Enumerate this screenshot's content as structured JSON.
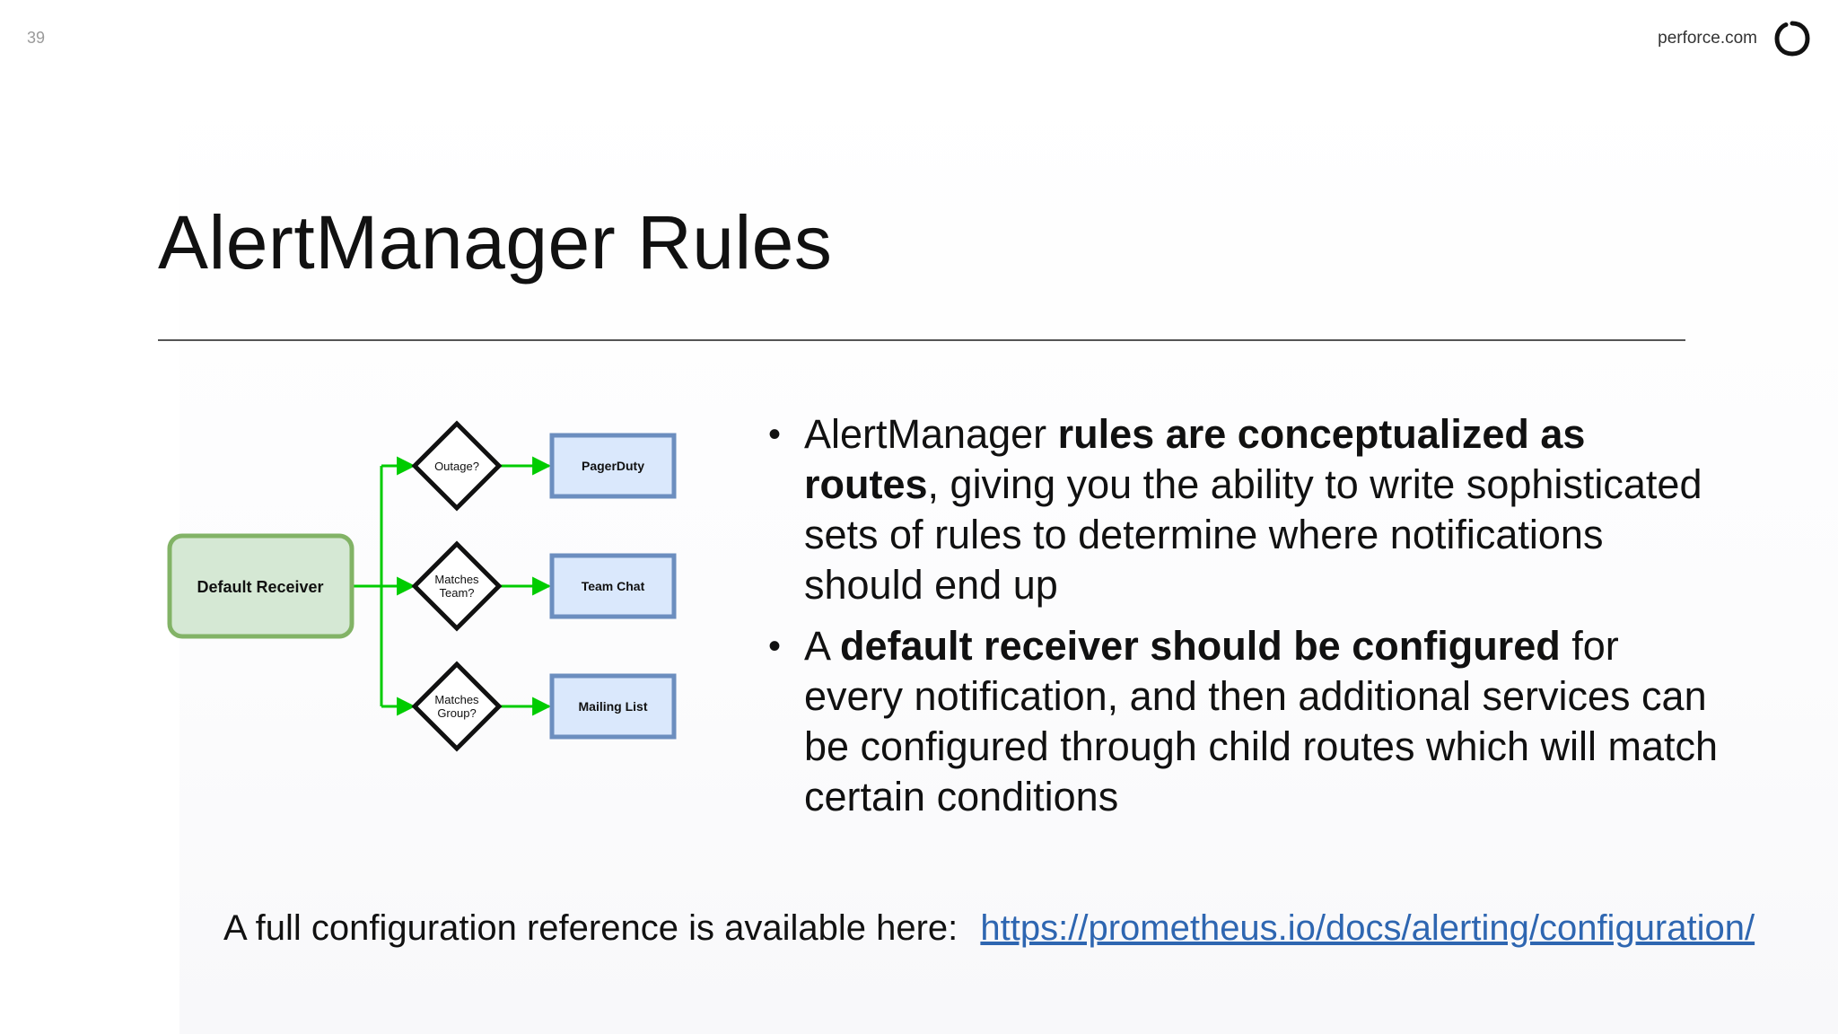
{
  "slide_number": "39",
  "brand": {
    "text": "perforce.com",
    "logo_icon": "perforce-logo-icon"
  },
  "title": "AlertManager Rules",
  "diagram": {
    "receiver": "Default Receiver",
    "decisions": [
      {
        "line1": "Outage?",
        "line2": ""
      },
      {
        "line1": "Matches",
        "line2": "Team?"
      },
      {
        "line1": "Matches",
        "line2": "Group?"
      }
    ],
    "targets": [
      "PagerDuty",
      "Team Chat",
      "Mailing List"
    ],
    "colors": {
      "receiver_fill": "#d5e8d4",
      "receiver_stroke": "#82b366",
      "target_fill": "#dae8fc",
      "target_stroke": "#6c8ebf",
      "arrow": "#00cc00"
    }
  },
  "bullets": [
    {
      "p1": "AlertManager ",
      "b1": "rules are conceptualized as routes",
      "p2": ", giving you the ability to write sophisticated sets of rules to determine where notifications should end up"
    },
    {
      "p1": "A ",
      "b1": "default receiver should be configured",
      "p2": " for every notification, and then additional services can be configured through child routes which will match certain conditions"
    }
  ],
  "footer": {
    "text": "A full configuration reference is available here:",
    "link": "https://prometheus.io/docs/alerting/configuration/"
  }
}
